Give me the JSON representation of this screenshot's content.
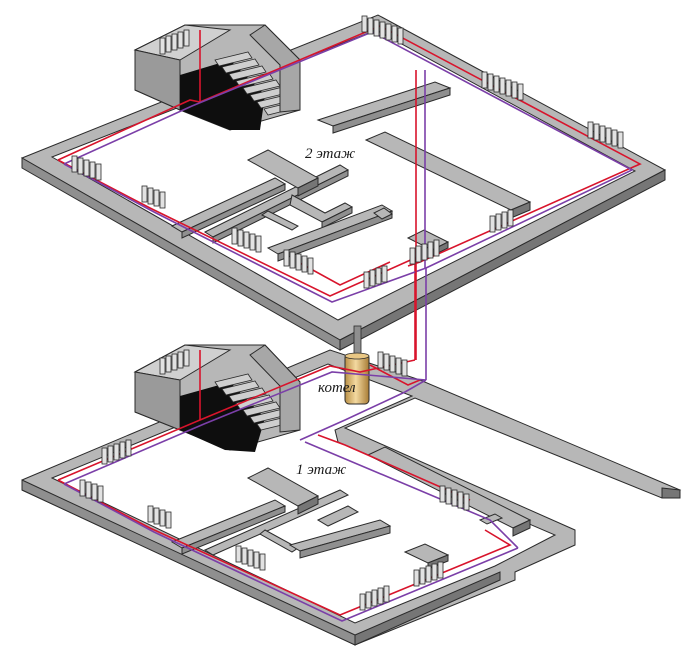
{
  "labels": {
    "floor2": "2 этаж",
    "floor1": "1 этаж",
    "boiler": "котел"
  },
  "colors": {
    "wall_top": "#b7b7b7",
    "wall_front": "#8f8f8f",
    "wall_side": "#767676",
    "wall_edge": "#2b2b2b",
    "floor": "#ffffff",
    "supply_pipe": "#d8142c",
    "return_pipe": "#7b3fa8",
    "radiator": "#e2e2e2",
    "stair_shadow": "#0e0e0e",
    "boiler_body": "#e9c784"
  },
  "icons": [
    "radiator-icon",
    "boiler-icon",
    "staircase-icon"
  ]
}
